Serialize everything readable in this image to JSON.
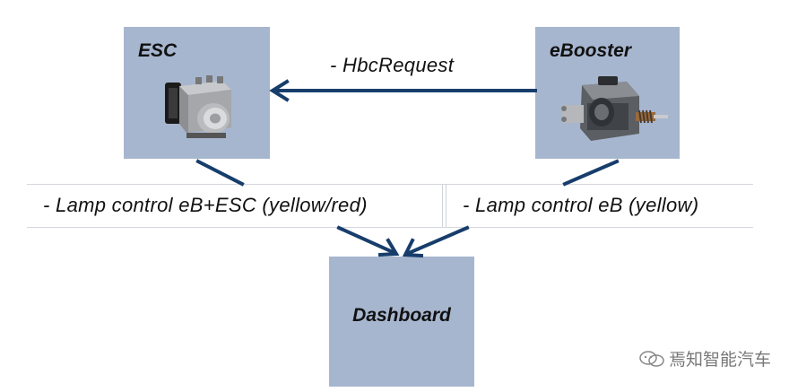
{
  "nodes": {
    "esc": {
      "title": "ESC"
    },
    "ebooster": {
      "title": "eBooster"
    },
    "dashboard": {
      "title": "Dashboard"
    }
  },
  "edges": {
    "hbc_request": {
      "label": "- HbcRequest"
    },
    "lamp_esc": {
      "label": "- Lamp control eB+ESC (yellow/red)"
    },
    "lamp_eb": {
      "label": "- Lamp control eB (yellow)"
    }
  },
  "watermark": {
    "text": "焉知智能汽车"
  },
  "colors": {
    "box_fill": "#a7b6cf",
    "arrow": "#173d6b",
    "text": "#111111"
  },
  "icons": {
    "esc_image": "abs-esc-module-icon",
    "ebooster_image": "ebooster-actuator-icon",
    "watermark_icon": "wechat-icon"
  }
}
